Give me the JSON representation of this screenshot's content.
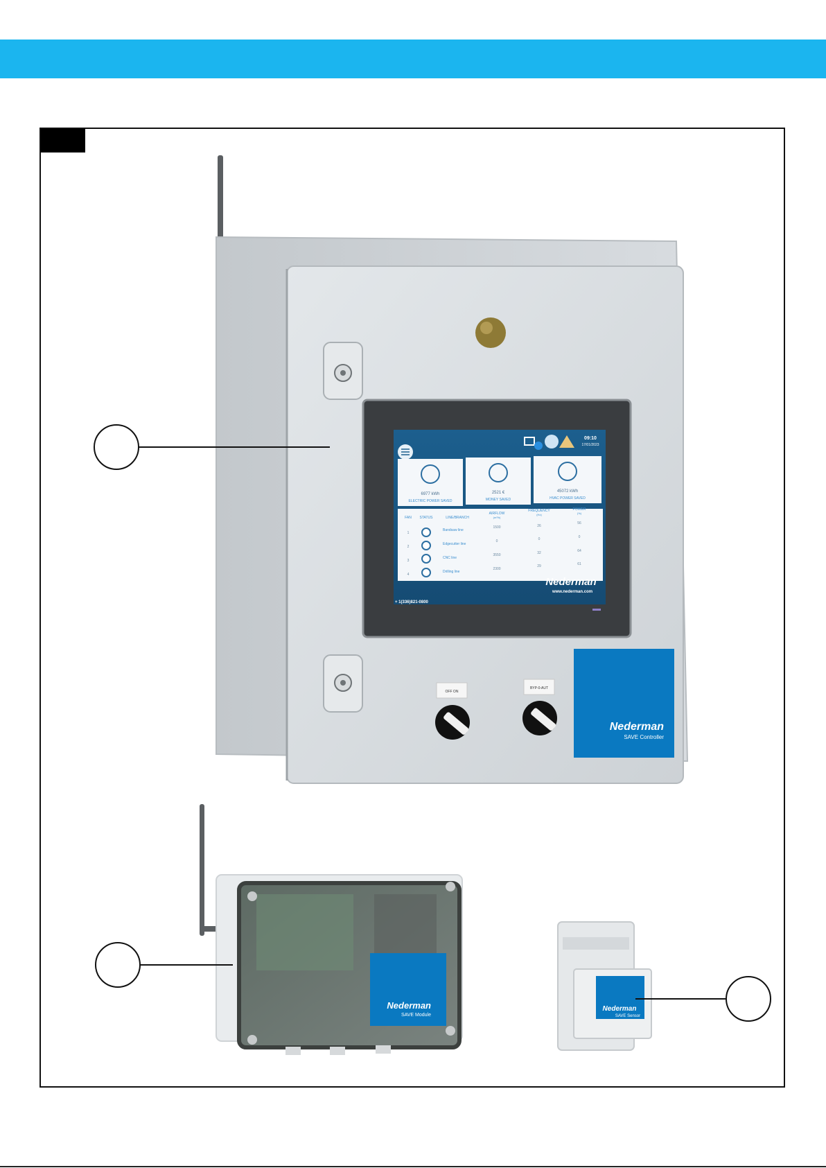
{
  "controller": {
    "screen": {
      "time": "09:10",
      "date": "17/01/2023",
      "kpis": [
        {
          "value": "6977 kWh",
          "label": "ELECTRIC POWER SAVED"
        },
        {
          "value": "2521 €",
          "label": "MONEY SAVED"
        },
        {
          "value": "45072 kWh",
          "label": "HVAC POWER SAVED"
        }
      ],
      "columns": [
        "FAN",
        "STATUS",
        "LINE/BRANCH",
        "AIRFLOW",
        "FREQUENCY",
        "POWER"
      ],
      "units": {
        "airflow": "(m³/h)",
        "frequency": "(Hz)",
        "power": "(%)"
      },
      "rows": [
        {
          "fan": "1",
          "line": "Bandsaw line",
          "airflow": "1500",
          "frequency": "26",
          "power": "56"
        },
        {
          "fan": "2",
          "line": "Edgecutter line",
          "airflow": "0",
          "frequency": "0",
          "power": "0"
        },
        {
          "fan": "3",
          "line": "CNC line",
          "airflow": "3550",
          "frequency": "32",
          "power": "64"
        },
        {
          "fan": "4",
          "line": "Drilling line",
          "airflow": "2300",
          "frequency": "29",
          "power": "61"
        }
      ],
      "phone": "+ 1(336)821-0800",
      "brand": "Nederman",
      "website": "www.nederman.com"
    },
    "switch_left_label": "OFF   ON",
    "switch_right_label": "BYP-0-AUT",
    "plate_brand": "Nederman",
    "plate_product": "SAVE Controller"
  },
  "module": {
    "brand": "Nederman",
    "product": "SAVE Module"
  },
  "sensor": {
    "brand": "Nederman",
    "product": "SAVE Sensor"
  },
  "colors": {
    "accent": "#1bb5ef",
    "nederman_blue": "#0a79c1"
  }
}
